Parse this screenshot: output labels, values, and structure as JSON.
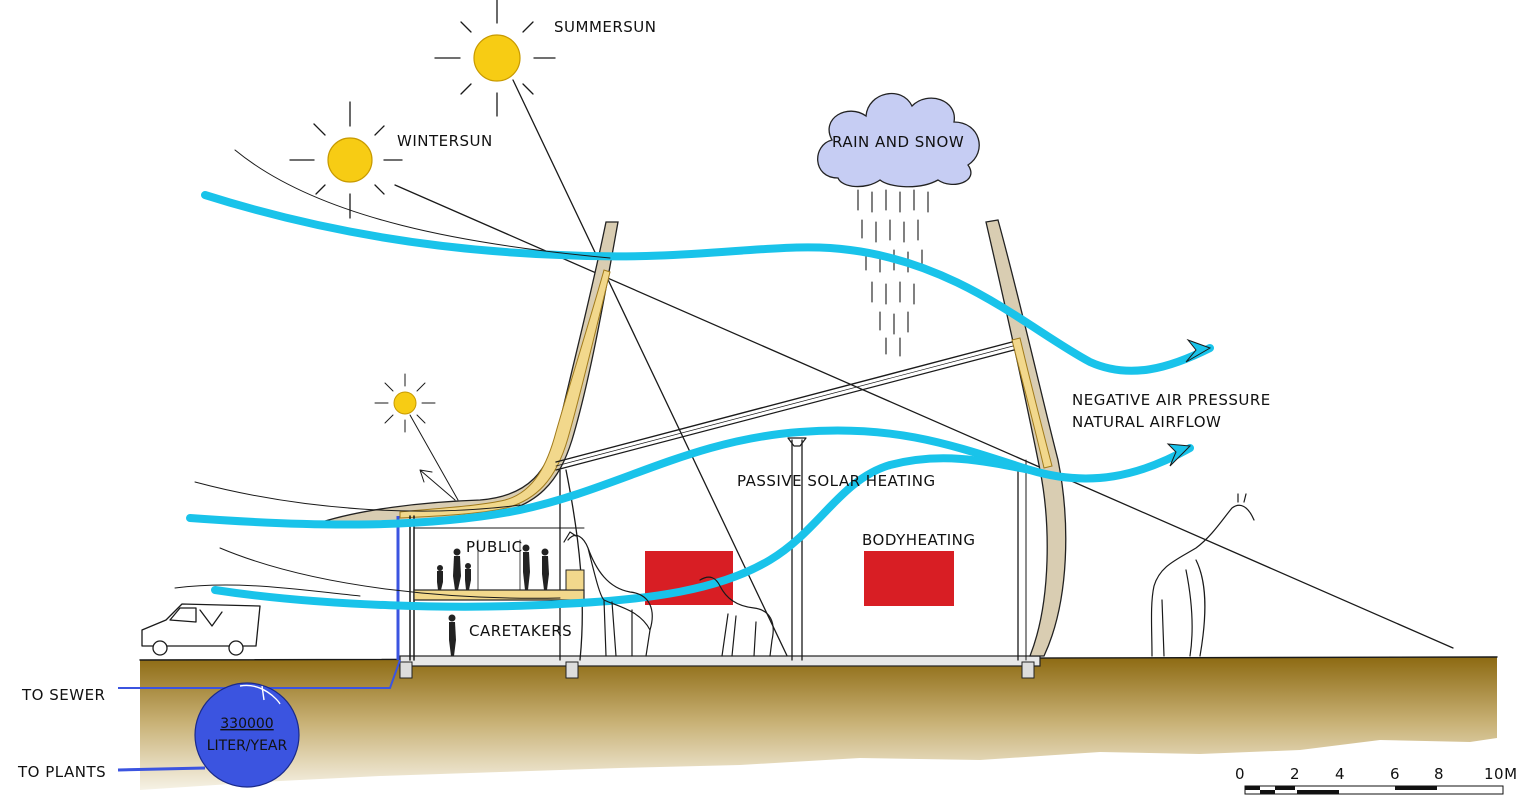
{
  "labels": {
    "summer_sun": "SUMMERSUN",
    "winter_sun": "WINTERSUN",
    "rain_snow": "RAIN AND SNOW",
    "negative_air_line1": "NEGATIVE AIR PRESSURE",
    "negative_air_line2": "NATURAL AIRFLOW",
    "passive_solar": "PASSIVE SOLAR HEATING",
    "body_heating": "BODYHEATING",
    "public": "PUBLIC",
    "caretakers": "CARETAKERS",
    "to_sewer": "TO SEWER",
    "to_plants": "TO PLANTS",
    "tank_volume": "330000",
    "tank_unit": "LITER/YEAR"
  },
  "scale_bar": {
    "ticks": [
      "0",
      "2",
      "4",
      "6",
      "8",
      "10M"
    ]
  },
  "colors": {
    "sun": "#f7cc14",
    "airflow": "#19c3ea",
    "cloud": "#c6cdf3",
    "ground_top": "#8d6a12",
    "ground_bottom": "#f3efe0",
    "water_tank": "#3b54e0",
    "heat_panel": "#d81e24",
    "shell": "#d9cdb2",
    "insulation": "#f2d88c"
  },
  "icons": [
    "sun-icon",
    "cloud-icon",
    "airflow-arrow-icon",
    "van-icon",
    "giraffe-icon",
    "person-icon"
  ]
}
